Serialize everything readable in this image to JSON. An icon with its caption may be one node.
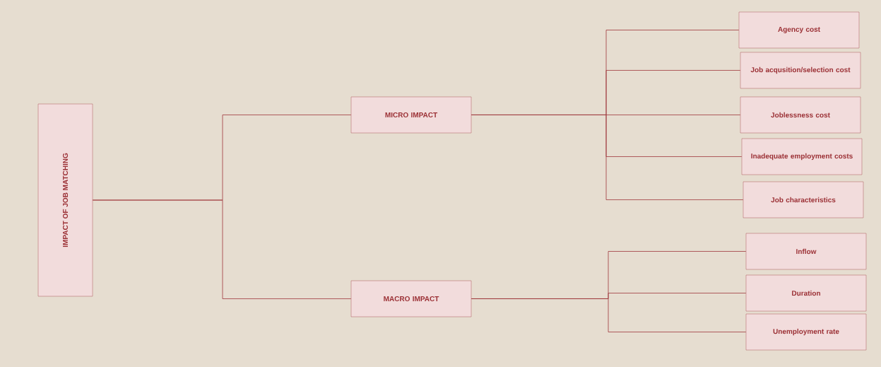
{
  "diagram": {
    "nodes": [
      {
        "text": [
          "IMPACT OF JOB MATCHING"
        ]
      },
      {
        "text": [
          "MICRO IMPACT"
        ]
      },
      {
        "text": [
          "MACRO IMPACT"
        ]
      },
      {
        "text": [
          "Agency cost"
        ]
      },
      {
        "text": [
          "Job acqusition/selection cost"
        ]
      },
      {
        "text": [
          "Joblessness cost"
        ]
      },
      {
        "text": [
          "Inadequate employment costs"
        ]
      },
      {
        "text": [
          "Job characteristics"
        ]
      },
      {
        "text": [
          "Inflow"
        ]
      },
      {
        "text": [
          "Duration"
        ]
      },
      {
        "text": [
          "Unemployment rate"
        ]
      }
    ],
    "edges": [
      {
        "from": 0,
        "to": 1,
        "arrow": "none"
      },
      {
        "from": 0,
        "to": 2,
        "arrow": "none"
      },
      {
        "from": 1,
        "to": 3,
        "arrow": "none"
      },
      {
        "from": 1,
        "to": 4,
        "arrow": "none"
      },
      {
        "from": 1,
        "to": 5,
        "arrow": "none"
      },
      {
        "from": 1,
        "to": 6,
        "arrow": "none"
      },
      {
        "from": 1,
        "to": 7,
        "arrow": "none"
      },
      {
        "from": 2,
        "to": 8,
        "arrow": "none"
      },
      {
        "from": 2,
        "to": 9,
        "arrow": "none"
      },
      {
        "from": 2,
        "to": 10,
        "arrow": "none"
      }
    ]
  }
}
